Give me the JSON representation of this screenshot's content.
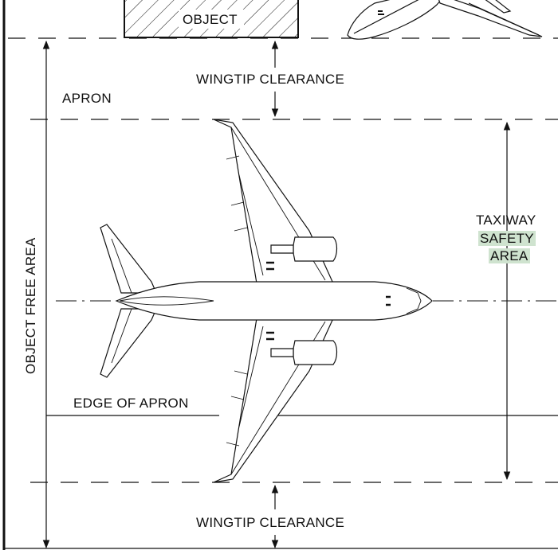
{
  "labels": {
    "object": "OBJECT",
    "wingtip_clearance_top": "WINGTIP CLEARANCE",
    "apron": "APRON",
    "taxiway": "TAXIWAY",
    "safety": "SAFETY",
    "area": "AREA",
    "object_free_area": "OBJECT FREE AREA",
    "edge_of_apron": "EDGE OF APRON",
    "wingtip_clearance_bottom": "WINGTIP CLEARANCE"
  },
  "colors": {
    "line": "#111111",
    "highlight": "#cfe3cf"
  }
}
